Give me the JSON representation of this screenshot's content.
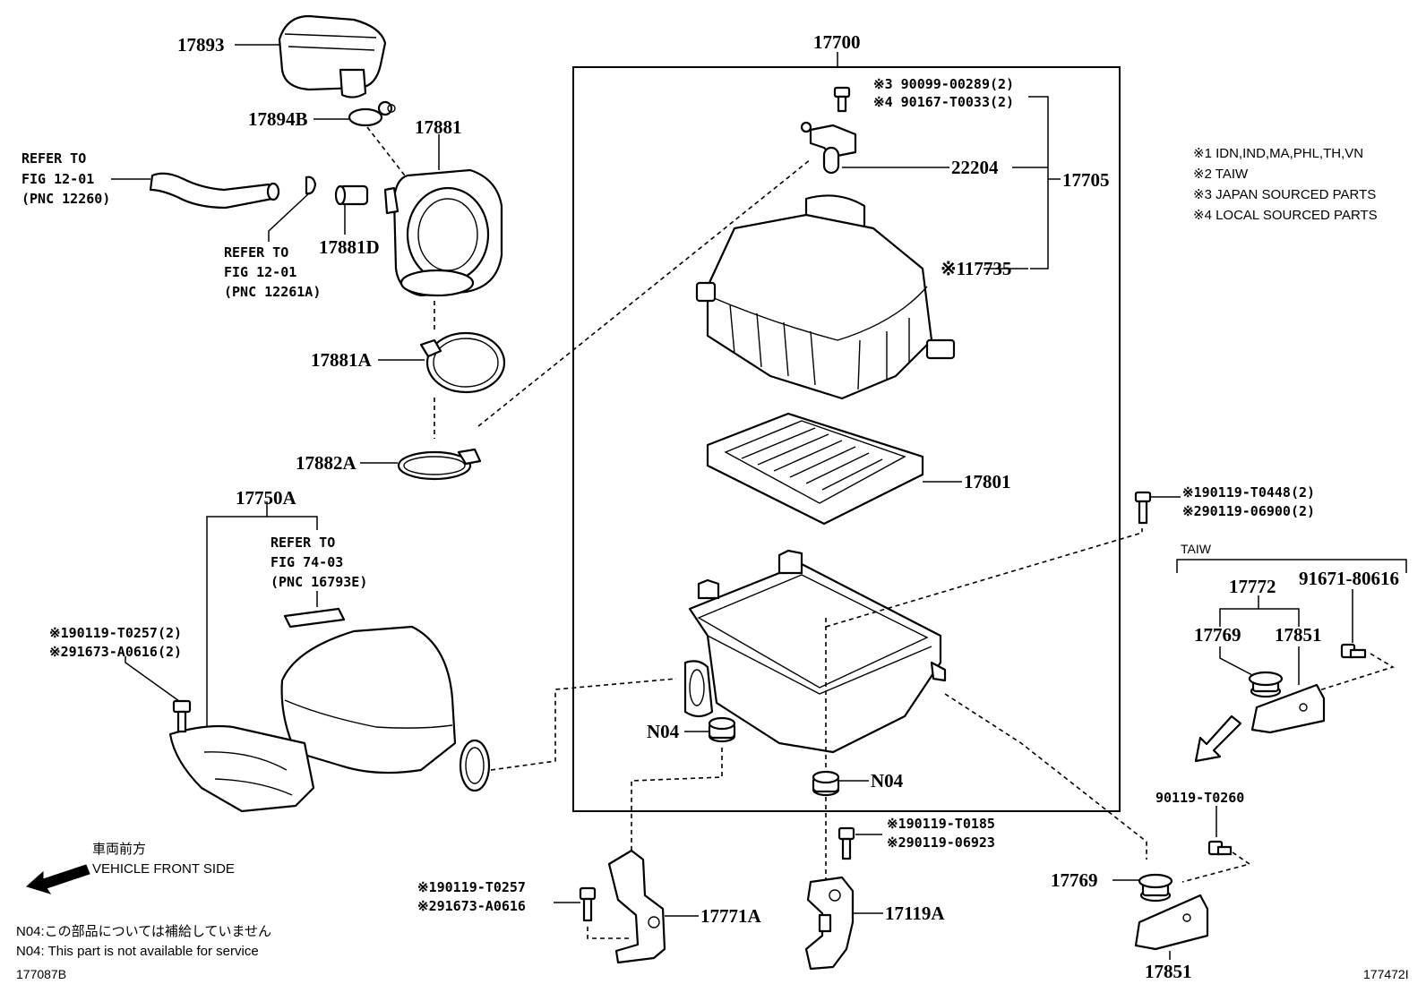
{
  "labels": {
    "p17893": "17893",
    "p17894b": "17894B",
    "p17881": "17881",
    "p17881d": "17881D",
    "p17881a": "17881A",
    "p17882a": "17882A",
    "p17750a": "17750A",
    "p17700": "17700",
    "p22204": "22204",
    "p17705": "17705",
    "p17735": "※117735",
    "p17801": "17801",
    "p17772": "17772",
    "p91671": "91671-80616",
    "p17769a": "17769",
    "p17851a": "17851",
    "p90119": "90119-T0260",
    "p17769b": "17769",
    "p17851b": "17851",
    "p17771a": "17771A",
    "p17119a": "17119A",
    "n04a": "N04",
    "n04b": "N04",
    "taiw": "TAIW"
  },
  "refers": {
    "r1_line1": "REFER TO",
    "r1_line2": "FIG 12-01",
    "r1_line3": "(PNC 12260)",
    "r2_line1": "REFER TO",
    "r2_line2": "FIG 12-01",
    "r2_line3": "(PNC 12261A)",
    "r3_line1": "REFER TO",
    "r3_line2": "FIG 74-03",
    "r3_line3": "(PNC 16793E)"
  },
  "bolts": {
    "top1": "※3 90099-00289(2)",
    "top2": "※4 90167-T0033(2)",
    "right1": "※190119-T0448(2)",
    "right2": "※290119-06900(2)",
    "left1": "※190119-T0257(2)",
    "left2": "※291673-A0616(2)",
    "bl1": "※190119-T0257",
    "bl2": "※291673-A0616",
    "bc1": "※190119-T0185",
    "bc2": "※290119-06923"
  },
  "legend": [
    "※1 IDN,IND,MA,PHL,TH,VN",
    "※2 TAIW",
    "※3 JAPAN SOURCED PARTS",
    "※4 LOCAL SOURCED PARTS"
  ],
  "footer": {
    "front_jp": "車両前方",
    "front_en": "VEHICLE FRONT SIDE",
    "n04_jp": "N04:この部品については補給していません",
    "n04_en": "N04: This part is not available for service",
    "code_left": "177087B",
    "code_right": "177472I"
  }
}
